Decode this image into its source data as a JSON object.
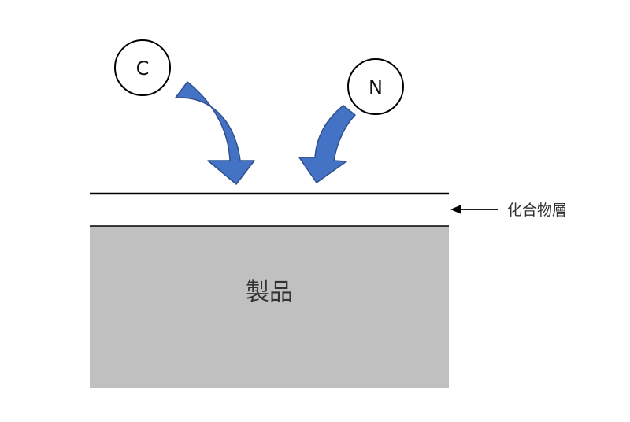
{
  "atoms": [
    {
      "symbol": "C"
    },
    {
      "symbol": "N"
    }
  ],
  "compound_layer": {
    "label": "化合物層"
  },
  "product": {
    "label": "製品"
  },
  "colors": {
    "arrow_fill": "#4472C4",
    "arrow_stroke": "#2F528F",
    "product_fill": "#C0C0C0",
    "line": "#000000",
    "circle_stroke": "#000000"
  }
}
